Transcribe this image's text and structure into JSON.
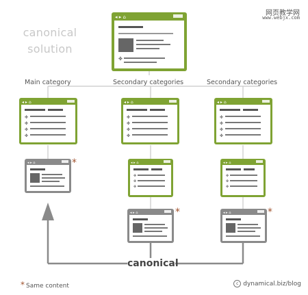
{
  "title_line1": "canonical",
  "title_line2": "solution",
  "brand_cn": "网页教学网",
  "brand_url": "www.webjx.com",
  "column_labels": {
    "main": "Main category",
    "secondary_1": "Secondary categories",
    "secondary_2": "Secondary categories"
  },
  "canonical_label": "canonical",
  "footer": {
    "same_content": "Same content",
    "credit": "dynamical.biz/blog"
  },
  "colors": {
    "green": "#7fa333",
    "gray": "#8a8a8a",
    "star": "#a0522d",
    "connector": "#c8c8c8"
  },
  "icons": [
    "browser-window-icon",
    "star-icon",
    "arrow-up-icon",
    "copyright-icon"
  ]
}
